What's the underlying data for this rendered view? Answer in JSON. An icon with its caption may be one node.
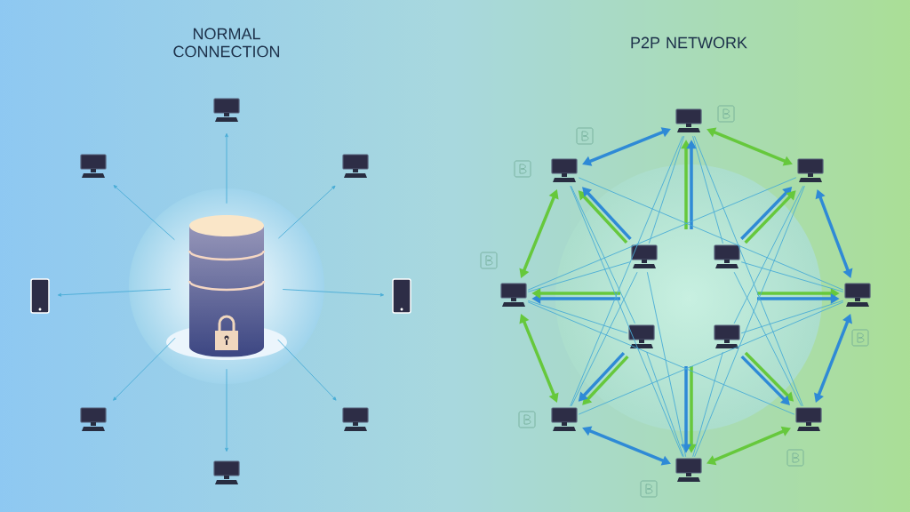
{
  "diagram": {
    "nodes": [
      {
        "text": [],
        "shape": "cylinder"
      },
      {
        "text": [],
        "shape": "computer"
      },
      {
        "text": [],
        "shape": "computer"
      },
      {
        "text": [],
        "shape": "computer"
      },
      {
        "text": [],
        "shape": "phone"
      },
      {
        "text": [],
        "shape": "phone"
      },
      {
        "text": [],
        "shape": "computer"
      },
      {
        "text": [],
        "shape": "computer"
      },
      {
        "text": [],
        "shape": "computer"
      },
      {
        "text": [],
        "shape": "computer"
      },
      {
        "text": [],
        "shape": "computer"
      },
      {
        "text": [],
        "shape": "computer"
      },
      {
        "text": [],
        "shape": "computer"
      },
      {
        "text": [],
        "shape": "computer"
      },
      {
        "text": [],
        "shape": "computer"
      },
      {
        "text": [],
        "shape": "computer"
      },
      {
        "text": [],
        "shape": "computer"
      },
      {
        "text": [],
        "shape": "computer"
      },
      {
        "text": [],
        "shape": "computer"
      },
      {
        "text": [],
        "shape": "computer"
      },
      {
        "text": [],
        "shape": "computer"
      }
    ],
    "edges": [
      {
        "from": 0,
        "to": 1,
        "arrow": "to"
      },
      {
        "from": 0,
        "to": 2,
        "arrow": "to"
      },
      {
        "from": 0,
        "to": 3,
        "arrow": "to"
      },
      {
        "from": 0,
        "to": 4,
        "arrow": "to"
      },
      {
        "from": 0,
        "to": 5,
        "arrow": "to"
      },
      {
        "from": 0,
        "to": 6,
        "arrow": "to"
      },
      {
        "from": 0,
        "to": 7,
        "arrow": "to"
      },
      {
        "from": 0,
        "to": 8,
        "arrow": "to"
      },
      {
        "from": 9,
        "to": 10,
        "arrow": "both",
        "style": "thick",
        "color": "#2f8ad6"
      },
      {
        "from": 9,
        "to": 11,
        "arrow": "both",
        "style": "thick",
        "color": "#66c83c"
      },
      {
        "from": 10,
        "to": 12,
        "arrow": "both",
        "style": "thick",
        "color": "#66c83c"
      },
      {
        "from": 11,
        "to": 13,
        "arrow": "both",
        "style": "thick",
        "color": "#2f8ad6"
      },
      {
        "from": 12,
        "to": 14,
        "arrow": "both",
        "style": "thick",
        "color": "#66c83c"
      },
      {
        "from": 13,
        "to": 15,
        "arrow": "both",
        "style": "thick",
        "color": "#2f8ad6"
      },
      {
        "from": 14,
        "to": 16,
        "arrow": "both",
        "style": "thick",
        "color": "#2f8ad6"
      },
      {
        "from": 15,
        "to": 16,
        "arrow": "both",
        "style": "thick",
        "color": "#66c83c"
      },
      {
        "from": 17,
        "to": 10,
        "arrow": "to",
        "style": "thick",
        "color": "#66c83c"
      },
      {
        "from": 17,
        "to": 10,
        "arrow": "to",
        "style": "thick",
        "color": "#2f8ad6"
      },
      {
        "from": 18,
        "to": 11,
        "arrow": "to",
        "style": "thick",
        "color": "#2f8ad6"
      },
      {
        "from": 18,
        "to": 11,
        "arrow": "to",
        "style": "thick",
        "color": "#66c83c"
      },
      {
        "from": 19,
        "to": 14,
        "arrow": "to",
        "style": "thick",
        "color": "#66c83c"
      },
      {
        "from": 19,
        "to": 14,
        "arrow": "to",
        "style": "thick",
        "color": "#2f8ad6"
      },
      {
        "from": 20,
        "to": 15,
        "arrow": "to",
        "style": "thick",
        "color": "#66c83c"
      },
      {
        "from": 20,
        "to": 15,
        "arrow": "to",
        "style": "thick",
        "color": "#2f8ad6"
      },
      {
        "from": null,
        "to": 9,
        "arrow": "to",
        "style": "thick",
        "color": "#66c83c"
      },
      {
        "from": null,
        "to": 9,
        "arrow": "to",
        "style": "thick",
        "color": "#2f8ad6"
      },
      {
        "from": null,
        "to": 16,
        "arrow": "to",
        "style": "thick",
        "color": "#66c83c"
      },
      {
        "from": null,
        "to": 16,
        "arrow": "to",
        "style": "thick",
        "color": "#2f8ad6"
      },
      {
        "from": null,
        "to": 12,
        "arrow": "to",
        "style": "thick",
        "color": "#2f8ad6"
      },
      {
        "from": null,
        "to": 12,
        "arrow": "to",
        "style": "thick",
        "color": "#66c83c"
      },
      {
        "from": null,
        "to": 13,
        "arrow": "to",
        "style": "thick",
        "color": "#66c83c"
      },
      {
        "from": null,
        "to": 13,
        "arrow": "to",
        "style": "thick",
        "color": "#2f8ad6"
      },
      {
        "from": 9,
        "to": 15,
        "arrow": "none"
      },
      {
        "from": 11,
        "to": 16,
        "arrow": "none"
      },
      {
        "from": 13,
        "to": 14,
        "arrow": "none"
      },
      {
        "from": 15,
        "to": 12,
        "arrow": "none"
      },
      {
        "from": 16,
        "to": 10,
        "arrow": "none"
      },
      {
        "from": 14,
        "to": 9,
        "arrow": "none"
      },
      {
        "from": 12,
        "to": 11,
        "arrow": "none"
      },
      {
        "from": 10,
        "to": 13,
        "arrow": "none"
      },
      {
        "from": 17,
        "to": 12,
        "arrow": "none"
      },
      {
        "from": 17,
        "to": 9,
        "arrow": "none"
      },
      {
        "from": 17,
        "to": 14,
        "arrow": "none"
      },
      {
        "from": 17,
        "to": 16,
        "arrow": "none"
      },
      {
        "from": 18,
        "to": 13,
        "arrow": "none"
      },
      {
        "from": 18,
        "to": 9,
        "arrow": "none"
      },
      {
        "from": 18,
        "to": 15,
        "arrow": "none"
      },
      {
        "from": 19,
        "to": 12,
        "arrow": "none"
      },
      {
        "from": 19,
        "to": 16,
        "arrow": "none"
      },
      {
        "from": 19,
        "to": 10,
        "arrow": "none"
      },
      {
        "from": 20,
        "to": 13,
        "arrow": "none"
      },
      {
        "from": 20,
        "to": 16,
        "arrow": "none"
      },
      {
        "from": 20,
        "to": 11,
        "arrow": "none"
      }
    ],
    "labels": [
      "NORMAL CONNECTION",
      "P2P NETWORK"
    ]
  }
}
